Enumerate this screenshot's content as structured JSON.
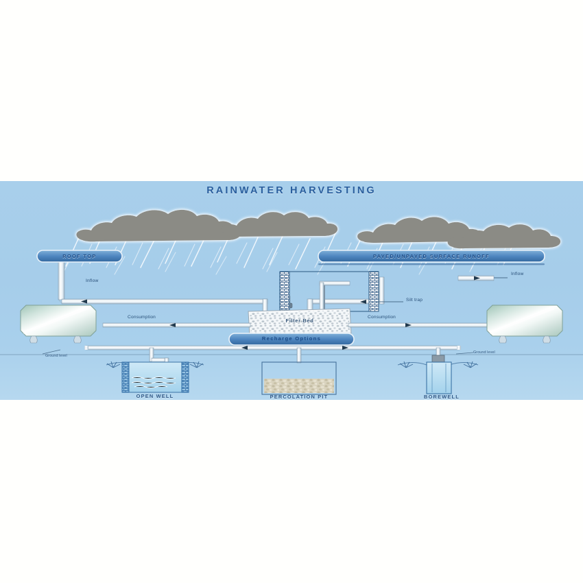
{
  "diagram": {
    "title": "RAINWATER HARVESTING",
    "background_color": "#a8cfeb",
    "title_color": "#2a5f9e",
    "cloud_color": "#8b8b85",
    "panel_bounds": "0,264 850x319"
  },
  "labels": {
    "roof_top": "ROOF TOP",
    "paved_surface": "PAVED/UNPAVED SURFACE RUNOFF",
    "inflow_left": "Inflow",
    "inflow_right": "Inflow",
    "silt_trap": "Silt trap",
    "filter_bed": "Filter Bed",
    "recharge_options": "Recharge Options",
    "consumption_left": "Consumption",
    "consumption_right": "Consumption",
    "ground_level_left": "Ground level",
    "ground_level_right": "Ground level"
  },
  "structures": [
    {
      "name": "open-well",
      "label": "OPEN WELL",
      "fill": "water"
    },
    {
      "name": "percolation-pit",
      "label": "PERCOLATION PIT",
      "fill": "gravel"
    },
    {
      "name": "borewell",
      "label": "BOREWELL",
      "fill": "water"
    }
  ],
  "tanks": [
    {
      "name": "storage-tank-left",
      "side": "left"
    },
    {
      "name": "storage-tank-right",
      "side": "right"
    }
  ],
  "colors": {
    "pill_fill": "#4f86c0",
    "pipe": "#dfeaf3",
    "water": "#bfe0f2",
    "gravel": "#d8d2bd",
    "well_wall": "#4a7fb5",
    "tank_metal": "#cfe3dc"
  }
}
